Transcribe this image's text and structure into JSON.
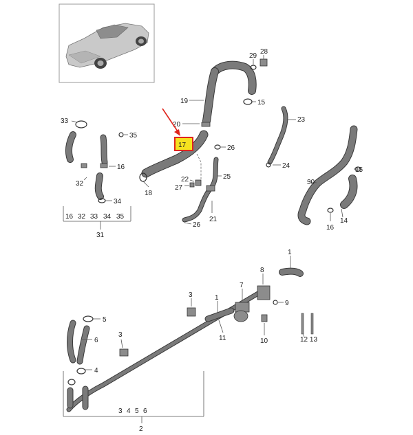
{
  "diagram": {
    "colors": {
      "highlight_fill": "#f5e21f",
      "highlight_border": "#e0241c",
      "arrow": "#e0241c",
      "hose": "#8a8a8a"
    },
    "labels": {
      "l28": "28",
      "l29": "29",
      "l19": "19",
      "l15a": "15",
      "l23": "23",
      "l20": "20",
      "l17": "17",
      "l26a": "26",
      "l22": "22",
      "l25": "25",
      "l27": "27",
      "l18": "18",
      "l26b": "26",
      "l21": "21",
      "l24": "24",
      "l15b": "15",
      "l30": "30",
      "l16a": "16",
      "l14": "14",
      "l33": "33",
      "l35": "35",
      "l16b": "16",
      "l32": "32",
      "l34": "34",
      "l1a": "1",
      "l8": "8",
      "l7": "7",
      "l9": "9",
      "l3a": "3",
      "l1b": "1",
      "l11": "11",
      "l10": "10",
      "l5": "5",
      "l6": "6",
      "l3b": "3",
      "l4": "4",
      "l12": "12",
      "l13": "13"
    },
    "group_31": {
      "members": [
        "16",
        "32",
        "33",
        "34",
        "35"
      ],
      "label": "31"
    },
    "group_2": {
      "members": [
        "3",
        "4",
        "5",
        "6"
      ],
      "label": "2"
    },
    "group_12_13": "12 13"
  }
}
